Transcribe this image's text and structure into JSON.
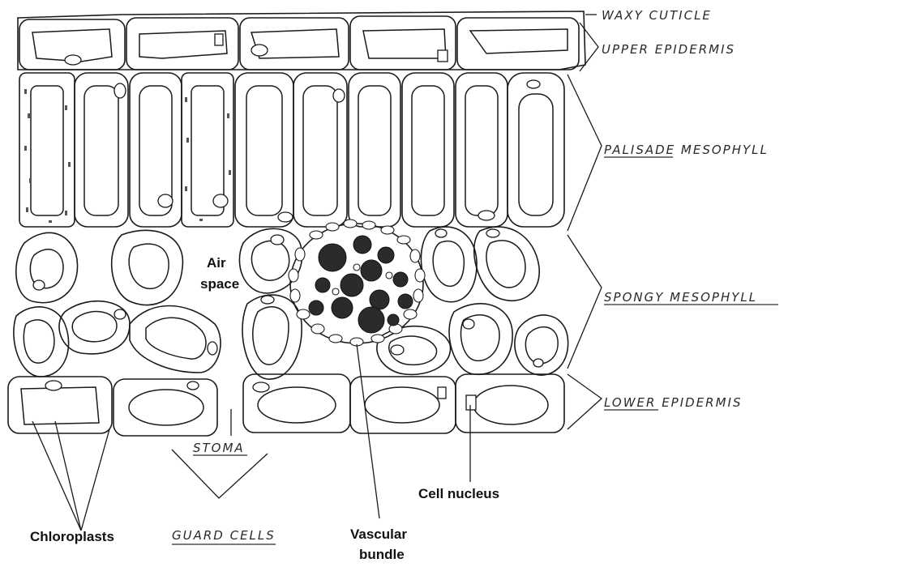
{
  "labels": {
    "waxy_cuticle": "WAXY CUTICLE",
    "upper_epidermis": "UPPER EPIDERMIS",
    "palisade_mesophyll": "PALISADE MESOPHYLL",
    "spongy_mesophyll": "SPONGY MESOPHYLL",
    "lower_epidermis": "LOWER EPIDERMIS",
    "stoma": "STOMA",
    "guard_cells": "GUARD CELLS",
    "air_space_1": "Air",
    "air_space_2": "space",
    "chloroplasts": "Chloroplasts",
    "vascular_bundle_1": "Vascular",
    "vascular_bundle_2": "bundle",
    "cell_nucleus": "Cell nucleus"
  },
  "colors": {
    "line": "#1a1a1a",
    "background": "#ffffff",
    "dark_vessel": "#2b2b2b"
  }
}
